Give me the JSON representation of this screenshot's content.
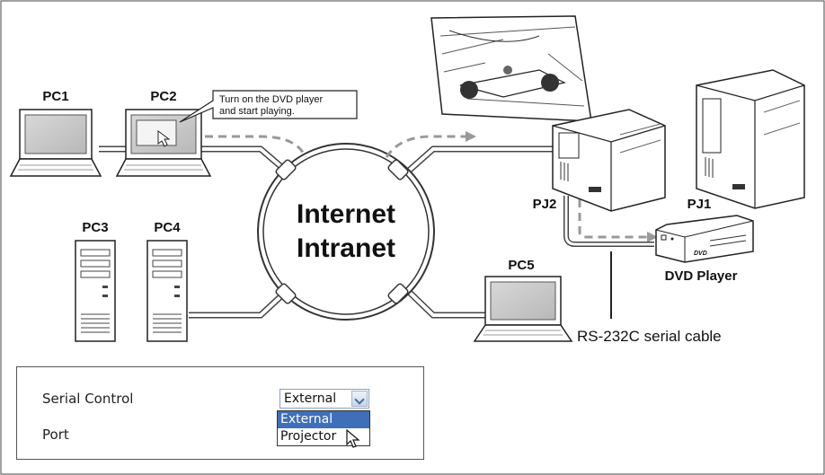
{
  "diagram": {
    "pcs": {
      "pc1": "PC1",
      "pc2": "PC2",
      "pc3": "PC3",
      "pc4": "PC4",
      "pc5": "PC5"
    },
    "callout": {
      "line1": "Turn on the DVD player",
      "line2": "and start playing."
    },
    "network": {
      "line1": "Internet",
      "line2": "Intranet"
    },
    "projectors": {
      "pj1": "PJ1",
      "pj2": "PJ2"
    },
    "dvd_player": "DVD Player",
    "dvd_logo": "DVD",
    "cable_label": "RS-232C serial cable"
  },
  "settings_panel": {
    "serial_control_label": "Serial Control",
    "port_label": "Port",
    "selected_value": "External",
    "options": [
      "External",
      "Projector"
    ]
  }
}
